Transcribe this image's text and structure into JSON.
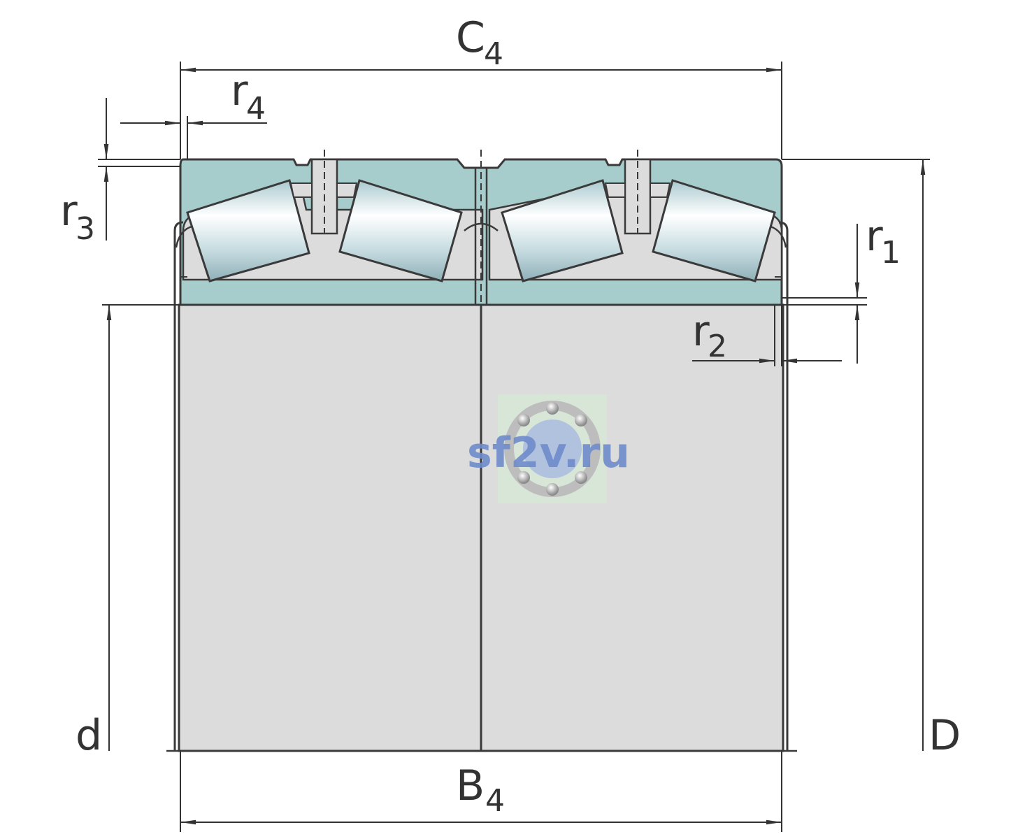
{
  "labels": {
    "C4": {
      "main": "C",
      "sub": "4"
    },
    "r4": {
      "main": "r",
      "sub": "4"
    },
    "r3": {
      "main": "r",
      "sub": "3"
    },
    "r1": {
      "main": "r",
      "sub": "1"
    },
    "r2": {
      "main": "r",
      "sub": "2"
    },
    "d": "d",
    "D": "D",
    "B4": {
      "main": "B",
      "sub": "4"
    }
  },
  "watermark": "sf2v.ru",
  "colors": {
    "outer_ring": "#a6cccb",
    "inner_ring": "#dcdcdc",
    "roller": "#c8dbe0",
    "line": "#3a3a3a",
    "watermark_text": "#6f8ccc"
  }
}
